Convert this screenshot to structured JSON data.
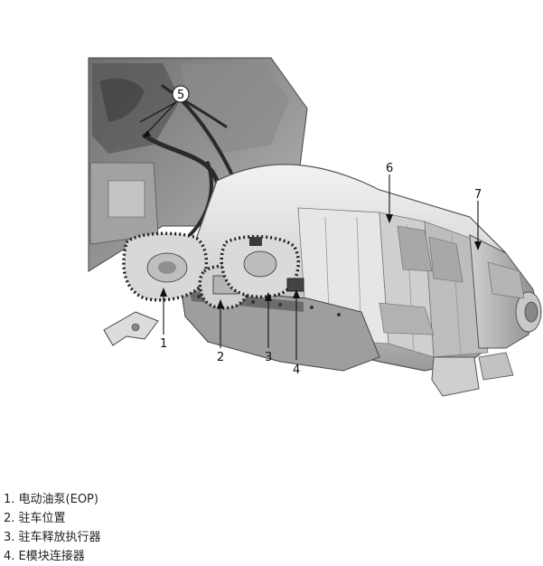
{
  "callouts": [
    {
      "number": "1"
    },
    {
      "number": "2"
    },
    {
      "number": "3"
    },
    {
      "number": "4"
    },
    {
      "number": "5"
    },
    {
      "number": "6"
    },
    {
      "number": "7"
    }
  ],
  "legend": [
    {
      "text": "1. 电动油泵(EOP)"
    },
    {
      "text": "2. 驻车位置"
    },
    {
      "text": "3. 驻车释放执行器"
    },
    {
      "text": "4. E模块连接器"
    }
  ]
}
